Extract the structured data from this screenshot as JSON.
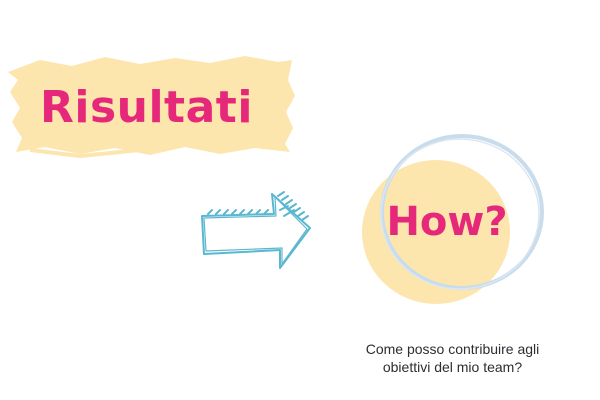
{
  "slide": {
    "title": "Risultati",
    "question": "How?",
    "caption_line1": "Come posso contribuire agli",
    "caption_line2": "obiettivi del mio team?"
  },
  "colors": {
    "accent_text": "#e6287a",
    "highlight_fill": "#fde6ad",
    "circle_fill": "#fde6ad",
    "circle_outline": "#c9dcec",
    "arrow_stroke": "#5bb7cf",
    "caption_text": "#2d2d33",
    "background": "#ffffff"
  },
  "decorations": {
    "title_highlight": "brush-highlight",
    "arrow": "hand-drawn-arrow-right-icon",
    "circle": "circle-badge"
  }
}
